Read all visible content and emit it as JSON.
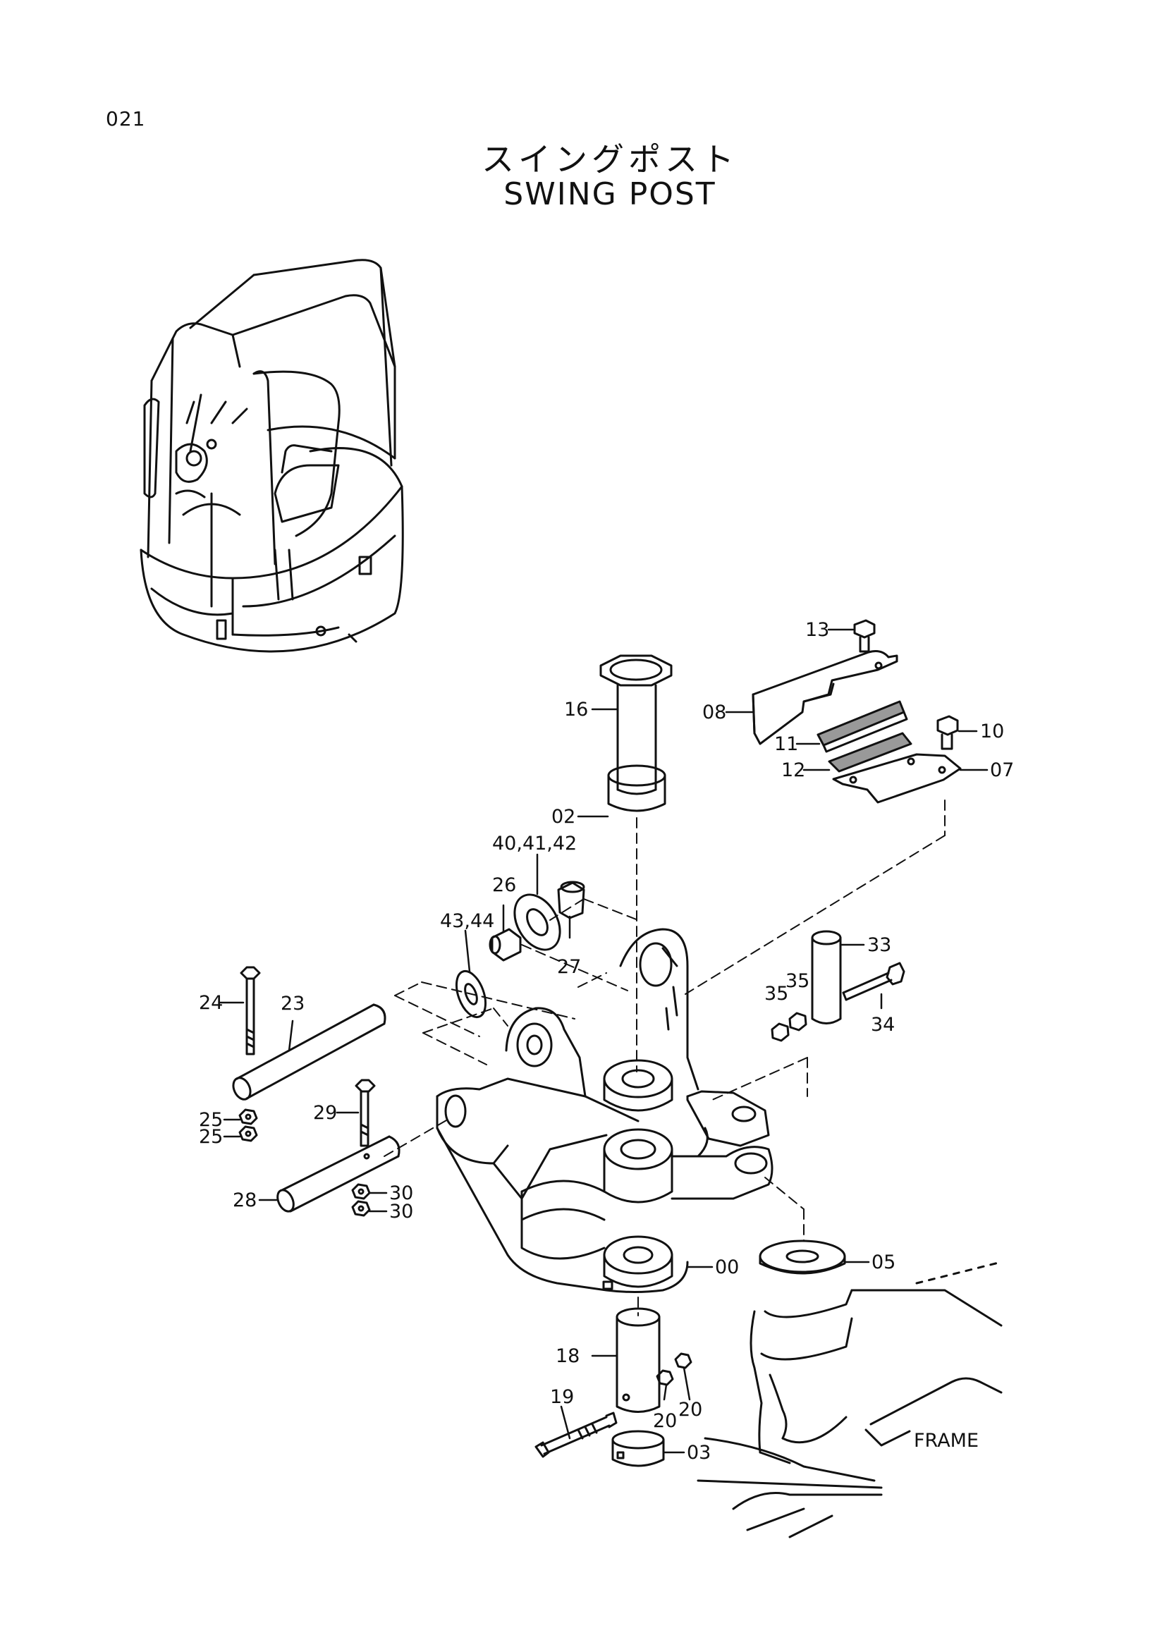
{
  "page_number": "021",
  "title_jp": "スイングポスト",
  "title_en": "SWING POST",
  "frame_label": "FRAME",
  "callouts": {
    "c13": "13",
    "c08": "08",
    "c10": "10",
    "c11": "11",
    "c12": "12",
    "c07": "07",
    "c16": "16",
    "c02": "02",
    "c404142": "40,41,42",
    "c26": "26",
    "c4344": "43,44",
    "c27": "27",
    "c33": "33",
    "c35a": "35",
    "c35b": "35",
    "c34": "34",
    "c24": "24",
    "c23": "23",
    "c29": "29",
    "c25a": "25",
    "c25b": "25",
    "c28": "28",
    "c30a": "30",
    "c30b": "30",
    "c00": "00",
    "c05": "05",
    "c18": "18",
    "c19": "19",
    "c20a": "20",
    "c20b": "20",
    "c03": "03"
  }
}
